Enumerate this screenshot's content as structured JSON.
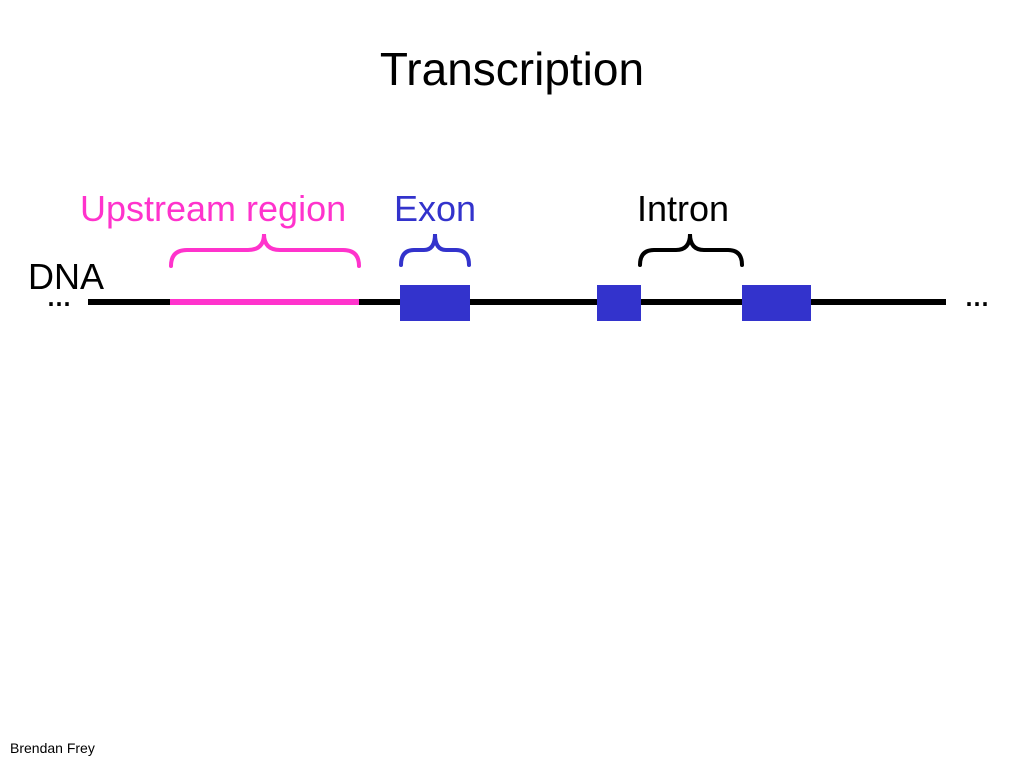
{
  "title": "Transcription",
  "labels": {
    "upstream": "Upstream region",
    "exon": "Exon",
    "intron": "Intron",
    "dna": "DNA",
    "ellipsis_left": "...",
    "ellipsis_right": "..."
  },
  "footer": {
    "author": "Brendan Frey"
  },
  "colors": {
    "upstream": "#ff33cc",
    "exon": "#3333cc",
    "dna_strand": "#000000"
  }
}
